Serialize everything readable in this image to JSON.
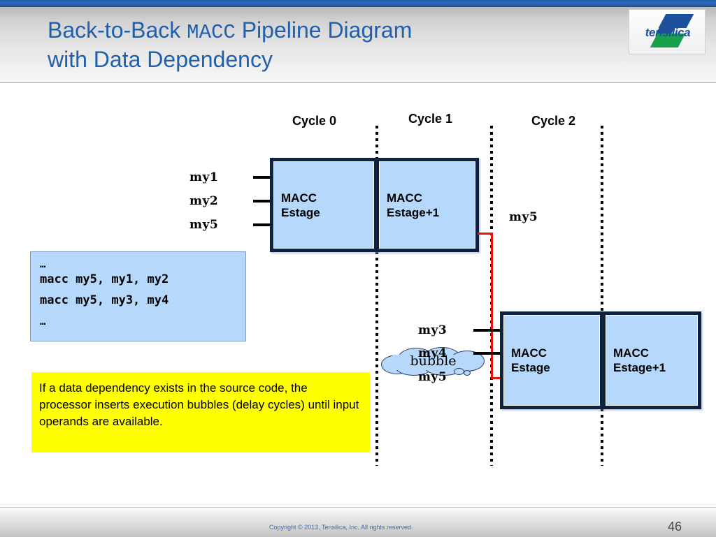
{
  "header": {
    "title_part1": "Back-to-Back ",
    "title_mono": "MACC",
    "title_part2": " Pipeline Diagram",
    "title_line2": "with Data Dependency",
    "accent_color": "#1f5fad",
    "topbar_color": "#1f5fae"
  },
  "logo": {
    "wordmark": "tensilica",
    "blue": "#1c4f9c",
    "green": "#16a14a"
  },
  "diagram": {
    "cycles": [
      {
        "label": "Cycle 0"
      },
      {
        "label": "Cycle 1"
      },
      {
        "label": "Cycle 2"
      }
    ],
    "row1": {
      "operands": [
        "my1",
        "my2",
        "my5"
      ],
      "stages": [
        {
          "line1": "MACC",
          "line2": "Estage"
        },
        {
          "line1": "MACC",
          "line2": "Estage+1"
        }
      ]
    },
    "row2": {
      "operands": [
        "my3",
        "my4",
        "my5"
      ],
      "stages": [
        {
          "line1": "MACC",
          "line2": "Estage"
        },
        {
          "line1": "MACC",
          "line2": "Estage+1"
        }
      ]
    },
    "result_label": "my5",
    "bubble_label": "bubble",
    "box_fill": "#b6d8fb",
    "box_border": "#10203f",
    "dependency_color": "#e8150f"
  },
  "code_box": {
    "lines": [
      "…",
      "macc my5, my1, my2",
      "macc my5, my3, my4",
      "…"
    ],
    "fill": "#b6d8fb"
  },
  "note": {
    "text": "If a data dependency exists in the source code, the processor  inserts execution bubbles (delay cycles) until input operands are available.",
    "fill": "#ffff00"
  },
  "footer": {
    "copyright": "Copyright © 2013, Tensilica, Inc. All rights reserved.",
    "page_number": "46"
  }
}
